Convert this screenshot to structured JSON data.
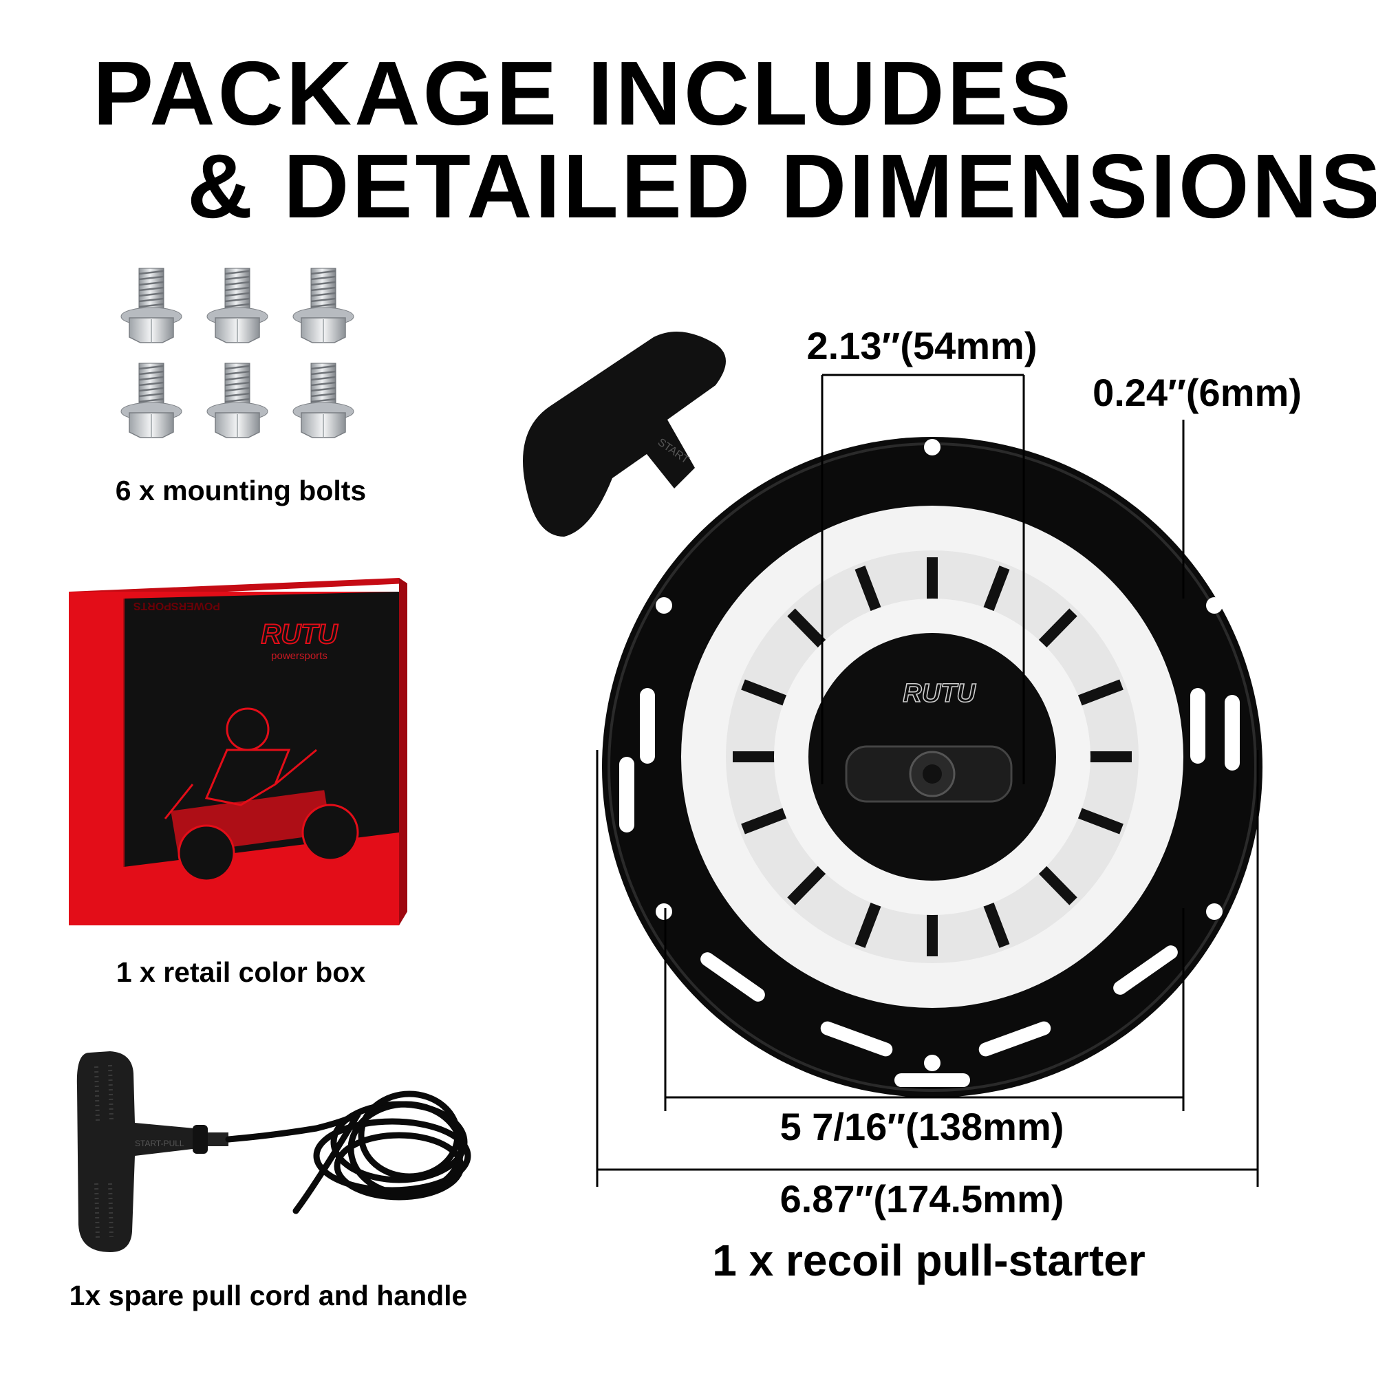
{
  "title": {
    "line1": "PACKAGE INCLUDES",
    "line2": "& DETAILED DIMENSIONS"
  },
  "items": [
    {
      "caption": "6 x mounting bolts",
      "icon": "bolt-icon",
      "count": 6
    },
    {
      "caption": "1 x retail color box",
      "icon": "retail-box-icon"
    },
    {
      "caption": "1x spare pull cord and handle",
      "icon": "pull-handle-icon"
    }
  ],
  "product": {
    "caption": "1 x recoil pull-starter",
    "brand": "RUTU",
    "brand_sub": "powersports",
    "box_side_text": "POWERSPORTS",
    "handle_text": "START",
    "spare_handle_text": "START-PULL"
  },
  "dimensions": {
    "hub_width": "2.13″(54mm)",
    "hole_diameter": "0.24″(6mm)",
    "hole_spacing": "5 7/16″(138mm)",
    "overall_diameter": "6.87″(174.5mm)"
  },
  "colors": {
    "text": "#000000",
    "box_red": "#e30d18",
    "box_black": "#111111",
    "starter_black": "#0b0b0b",
    "starter_white": "#f3f3f3",
    "bolt_silver": "#c9ccd0"
  }
}
